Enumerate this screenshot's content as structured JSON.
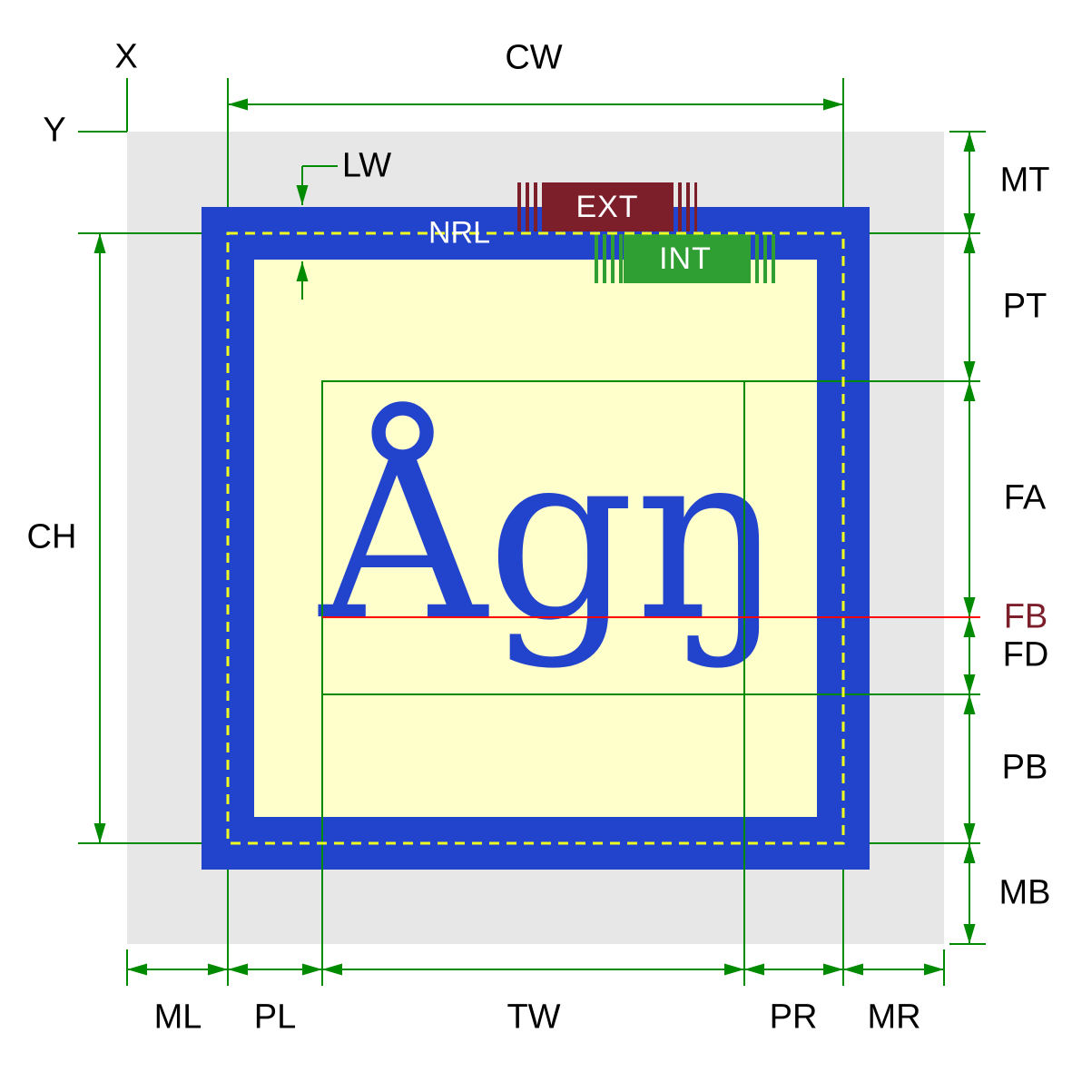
{
  "diagram": {
    "glyph_sample": "Ågŋ",
    "labels": {
      "x": "X",
      "y": "Y",
      "cw": "CW",
      "lw": "LW",
      "nrl": "NRL",
      "ext": "EXT",
      "int": "INT",
      "ch": "CH",
      "mt": "MT",
      "pt": "PT",
      "fa": "FA",
      "fb": "FB",
      "fd": "FD",
      "pb": "PB",
      "mb": "MB",
      "ml": "ML",
      "pl": "PL",
      "tw": "TW",
      "pr": "PR",
      "mr": "MR"
    },
    "colors": {
      "margin": "#e7e7e7",
      "border": "#2244cc",
      "padding": "#ffffcc",
      "dimension_lines": "#008a00",
      "nrl_dash": "#f0ff20",
      "ext_fill": "#7c1f2b",
      "int_fill": "#2f9e33",
      "baseline": "#ff0000",
      "fb_label": "#7c1f2b",
      "glyph": "#2244cc"
    }
  }
}
